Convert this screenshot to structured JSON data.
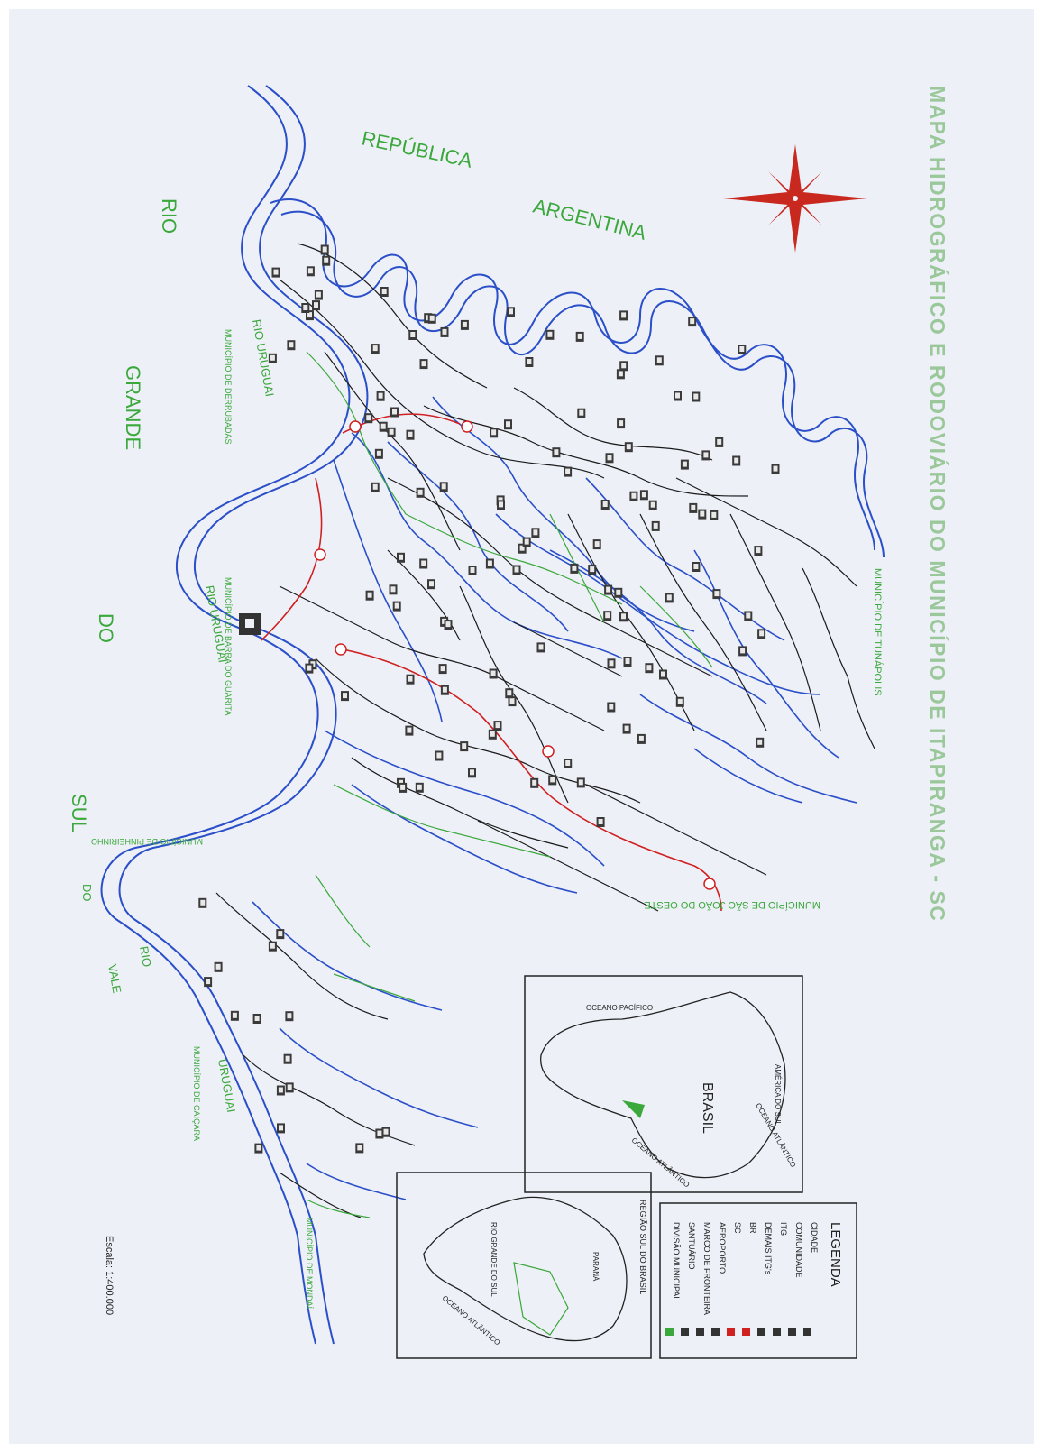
{
  "title": "MAPA HIDROGRÁFICO E RODOVIÁRIO DO MUNICÍPIO DE ITAPIRANGA - SC",
  "scale": "Escala: 1:400.000",
  "labels": {
    "republica": "REPÚBLICA",
    "argentina": "ARGENTINA",
    "rio_grande_do_sul_1": "RIO",
    "rio_grande_do_sul_2": "GRANDE",
    "rio_grande_do_sul_3": "DO",
    "rio_grande_do_sul_4": "SUL",
    "rio_uruguai_1": "RIO URUGUAI",
    "rio_uruguai_2": "RIO URUGUAI",
    "rio_uruguai_3": "URUGUAI",
    "do_vale_1": "DO",
    "do_vale_2": "RIO",
    "do_vale_3": "VALE",
    "mun_sao_joao": "MUNICÍPIO DE SÃO JOÃO DO OESTE",
    "mun_tunapolis": "MUNICÍPIO DE TUNÁPOLIS",
    "mun_mondai": "MUNICÍPIO DE MONDAÍ",
    "mun_derrubadas": "MUNICÍPIO DE DERRUBADAS",
    "mun_barra_do_guarita": "MUNICÍPIO DE BARRA DO GUARITA",
    "mun_pinheirinho": "MUNICÍPIO DE PINHEIRINHO",
    "mun_caiçara": "MUNICÍPIO DE CAIÇARA",
    "brasil": "BRASIL",
    "oceano_pacifico": "OCEANO PACÍFICO",
    "oceano_atlantico_1": "OCEANO ATLÂNTICO",
    "oceano_atlantico_2": "OCEANO ATLÂNTICO",
    "oceano_atlantico_3": "OCEANO ATLÂNTICO",
    "america_do_sul": "AMÉRICA DO SUL",
    "regiao_sul": "REGIÃO SUL DO BRASIL",
    "parana": "PARANÁ",
    "rio_grande_do_sul_inset": "RIO GRANDE DO SUL"
  },
  "legend": {
    "heading": "LEGENDA",
    "items": [
      "CIDADE",
      "COMUNIDADE",
      "ITG",
      "DEMAIS ITG's",
      "BR",
      "SC",
      "AEROPORTO",
      "MARCO DE FRONTEIRA",
      "SANTUÁRIO",
      "DIVISÃO MUNICIPAL"
    ]
  },
  "colors": {
    "river": "#2a4fc8",
    "road": "#1a1a1a",
    "highway": "#d02020",
    "border_division": "#3aa83a",
    "labels": "#3aa83a",
    "compass": "#c8281e",
    "paper": "#eef0f8"
  }
}
